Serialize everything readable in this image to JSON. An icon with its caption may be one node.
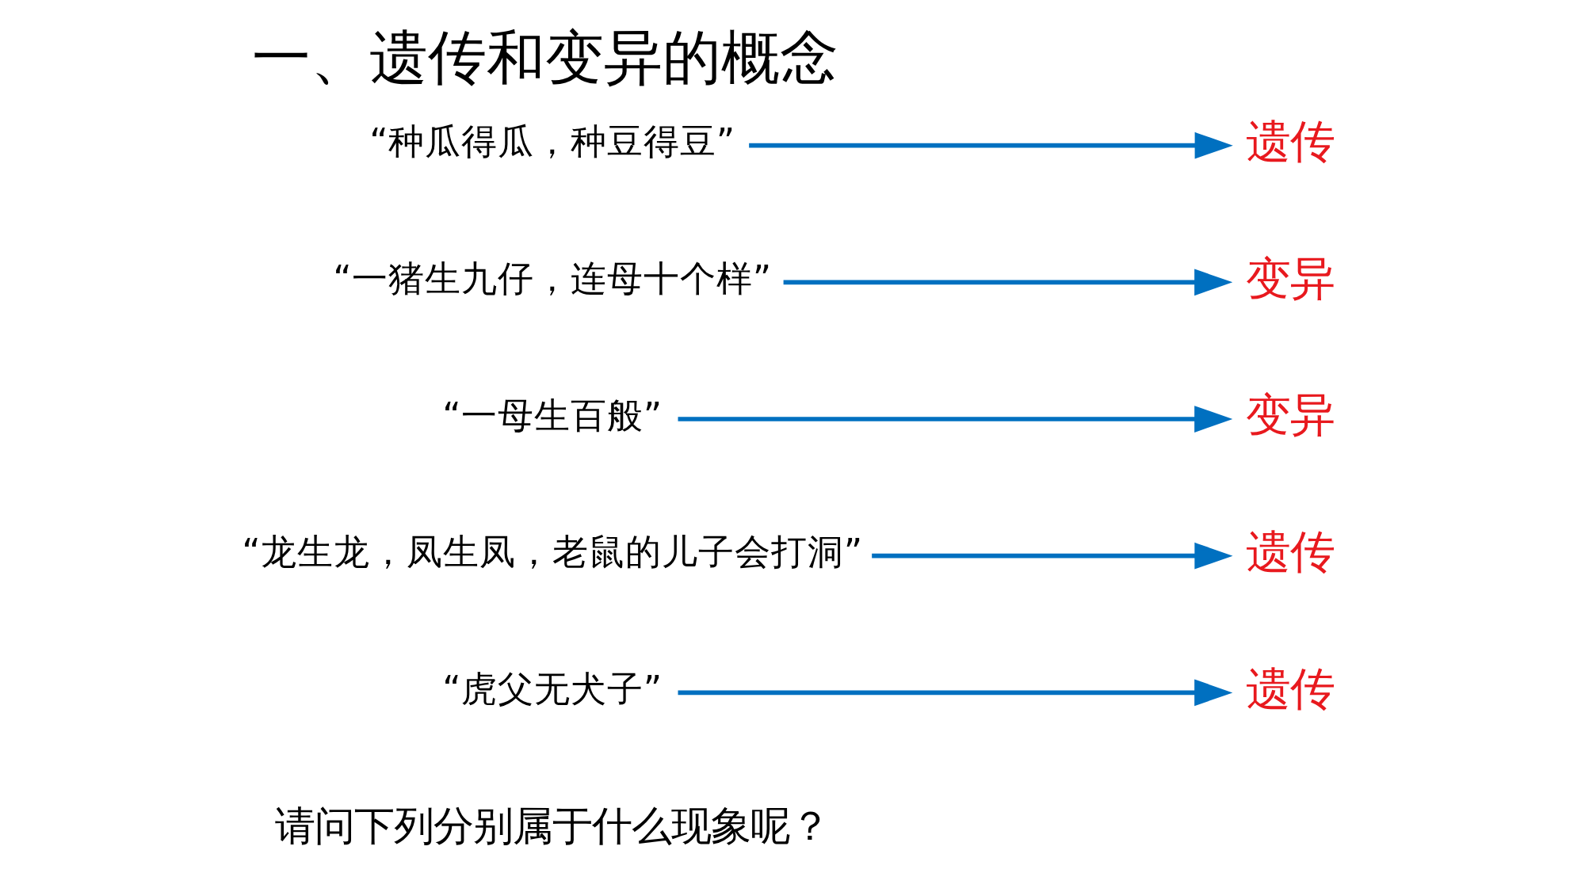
{
  "diagram": {
    "title": "一、遗传和变异的概念",
    "nodes": [
      {
        "text": [
          "“虎父无犬子”"
        ]
      },
      {
        "text": [
          "“龙生龙，凤生凤，老鼠的儿子会打洞”"
        ]
      },
      {
        "text": [
          "“一母生百般”"
        ]
      },
      {
        "text": [
          "“一猪生九仔，连母十个样”"
        ]
      },
      {
        "text": [
          "“种瓜得瓜，种豆得豆”"
        ]
      },
      {
        "text": [
          "遗传"
        ]
      },
      {
        "text": [
          "遗传"
        ]
      },
      {
        "text": [
          "变异"
        ]
      },
      {
        "text": [
          "变异"
        ]
      },
      {
        "text": [
          "遗传"
        ]
      }
    ],
    "edges": [
      {
        "from": 0,
        "to": 5,
        "arrow": "to"
      },
      {
        "from": 1,
        "to": 6,
        "arrow": "to"
      },
      {
        "from": 2,
        "to": 7,
        "arrow": "to"
      },
      {
        "from": 3,
        "to": 8,
        "arrow": "to"
      },
      {
        "from": 4,
        "to": 9,
        "arrow": "to"
      }
    ],
    "labels": [
      "请问下列分别属于什么现象呢？"
    ]
  }
}
